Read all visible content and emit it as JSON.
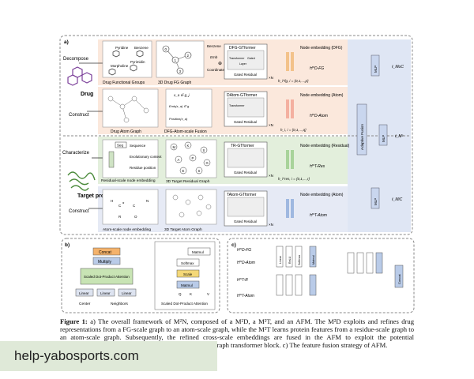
{
  "panel_a": {
    "label": "a)",
    "drug": {
      "label": "Drug",
      "decompose": "Decompose",
      "construct": "Construct",
      "fg_molecules": [
        "Pyridine",
        "Benzene",
        "Morpholine",
        "Pyrimidin"
      ],
      "fg_title": "Drug Functional Groups",
      "fg_graph_nodes": [
        "0",
        "1",
        "2",
        "3"
      ],
      "fg_graph_legend": [
        "Benzene",
        "Emb",
        "Coordinate"
      ],
      "fg_graph_title": "3D Drug FG Graph",
      "atom_graph_title": "Drug Atom Graph",
      "fusion_title": "DFG-Atom-scale Fusion",
      "fusion_emb": "Emb(x_a) ∈ g",
      "fusion_pos": "Position(x_a)",
      "fusion_in": "x_a ∈ g_j"
    },
    "protein": {
      "label": "Target protein",
      "characterize": "Characterize",
      "construct": "Construct",
      "seq_legend": [
        "Sequence",
        "Evolutionary context",
        "Residue position"
      ],
      "seq_tag": "Seq",
      "residue_title": "Residual-scale node embedding",
      "residue_graph_nodes": [
        "M",
        "K",
        "S",
        "A",
        "P",
        "G",
        "E",
        "S"
      ],
      "residue_graph_title": "3D Target Residual Graph",
      "atom_node_title": "Atom-scale node embedding",
      "atom_graph_title": "3D Target Atom Graph",
      "chem": [
        "H",
        "C",
        "α",
        "C",
        "N",
        "R",
        "O"
      ]
    },
    "gtformers": [
      {
        "title": "DFG-GTformer",
        "sub": "Gated Residual",
        "n": "×N",
        "embed_label": "Node embedding (DFG)",
        "h": "h_i^fg, i = {0,1,...,p}",
        "out": "H^D-FG"
      },
      {
        "title": "DAtom-GTformer",
        "sub": "Gated Residual",
        "n": "×N",
        "embed_label": "Node embedding (Atom)",
        "h": "h_i, i = {0,1,...,q}",
        "out": "H^D-Atom"
      },
      {
        "title": "TR-GTformer",
        "sub": "Gated Residual",
        "n": "×N",
        "embed_label": "Node embedding (Residual)",
        "h": "h_i^res, i = {0,1,...,r}",
        "out": "H^T-Res"
      },
      {
        "title": "TAtom-GTformer",
        "sub": "Gated Residual",
        "n": "×N",
        "embed_label": "Node embedding (Atom)",
        "h": "",
        "out": "H^T-Atom"
      }
    ],
    "block_parts": [
      "Transformer",
      "Layer",
      "Gated",
      "Transformer"
    ],
    "mlps": [
      "MLP",
      "MLP",
      "MLP"
    ],
    "afm": "Adaptive Fusion",
    "losses": [
      "ℓ_MoC",
      "ℓ_M³",
      "ℓ_MiC"
    ]
  },
  "panel_b": {
    "label": "b)",
    "concat": "Concat",
    "multiply": "Multiply",
    "attention": "Scaled Dot-Product Attention",
    "linears": [
      "Linear",
      "Linear",
      "Linear"
    ],
    "inputs": [
      "Center",
      "Neighbors"
    ],
    "detail": [
      "Matmul",
      "Softmax",
      "Scale",
      "Matmul"
    ],
    "qkv": [
      "Q",
      "K",
      "V"
    ],
    "detail_title": "Scaled Dot-Product Attention"
  },
  "panel_c": {
    "label": "c)",
    "inputs": [
      "H^D-FG",
      "H^D-Atom",
      "H^T-R",
      "H^T-Atom"
    ],
    "layers": [
      "Linear",
      "ReLU",
      "Softmax",
      "Matmul",
      "Concat"
    ]
  },
  "caption": {
    "fig": "Figure 1:",
    "text": "a) The overall framework of M²N, composed of a M²D, a M²T, and an AFM. The M²D exploits and refines drug representations from a FG-scale graph to an atom-scale graph, while the M²T learns protein features from a residue-scale graph to an atom-scale graph. Subsequently, the refined cross-scale embeddings are fused in the AFM to exploit the potential complementarity and relationships. b) The details of the graph transformer block. c) The feature fusion strategy of AFM."
  },
  "watermark": "help-yabosports.com"
}
